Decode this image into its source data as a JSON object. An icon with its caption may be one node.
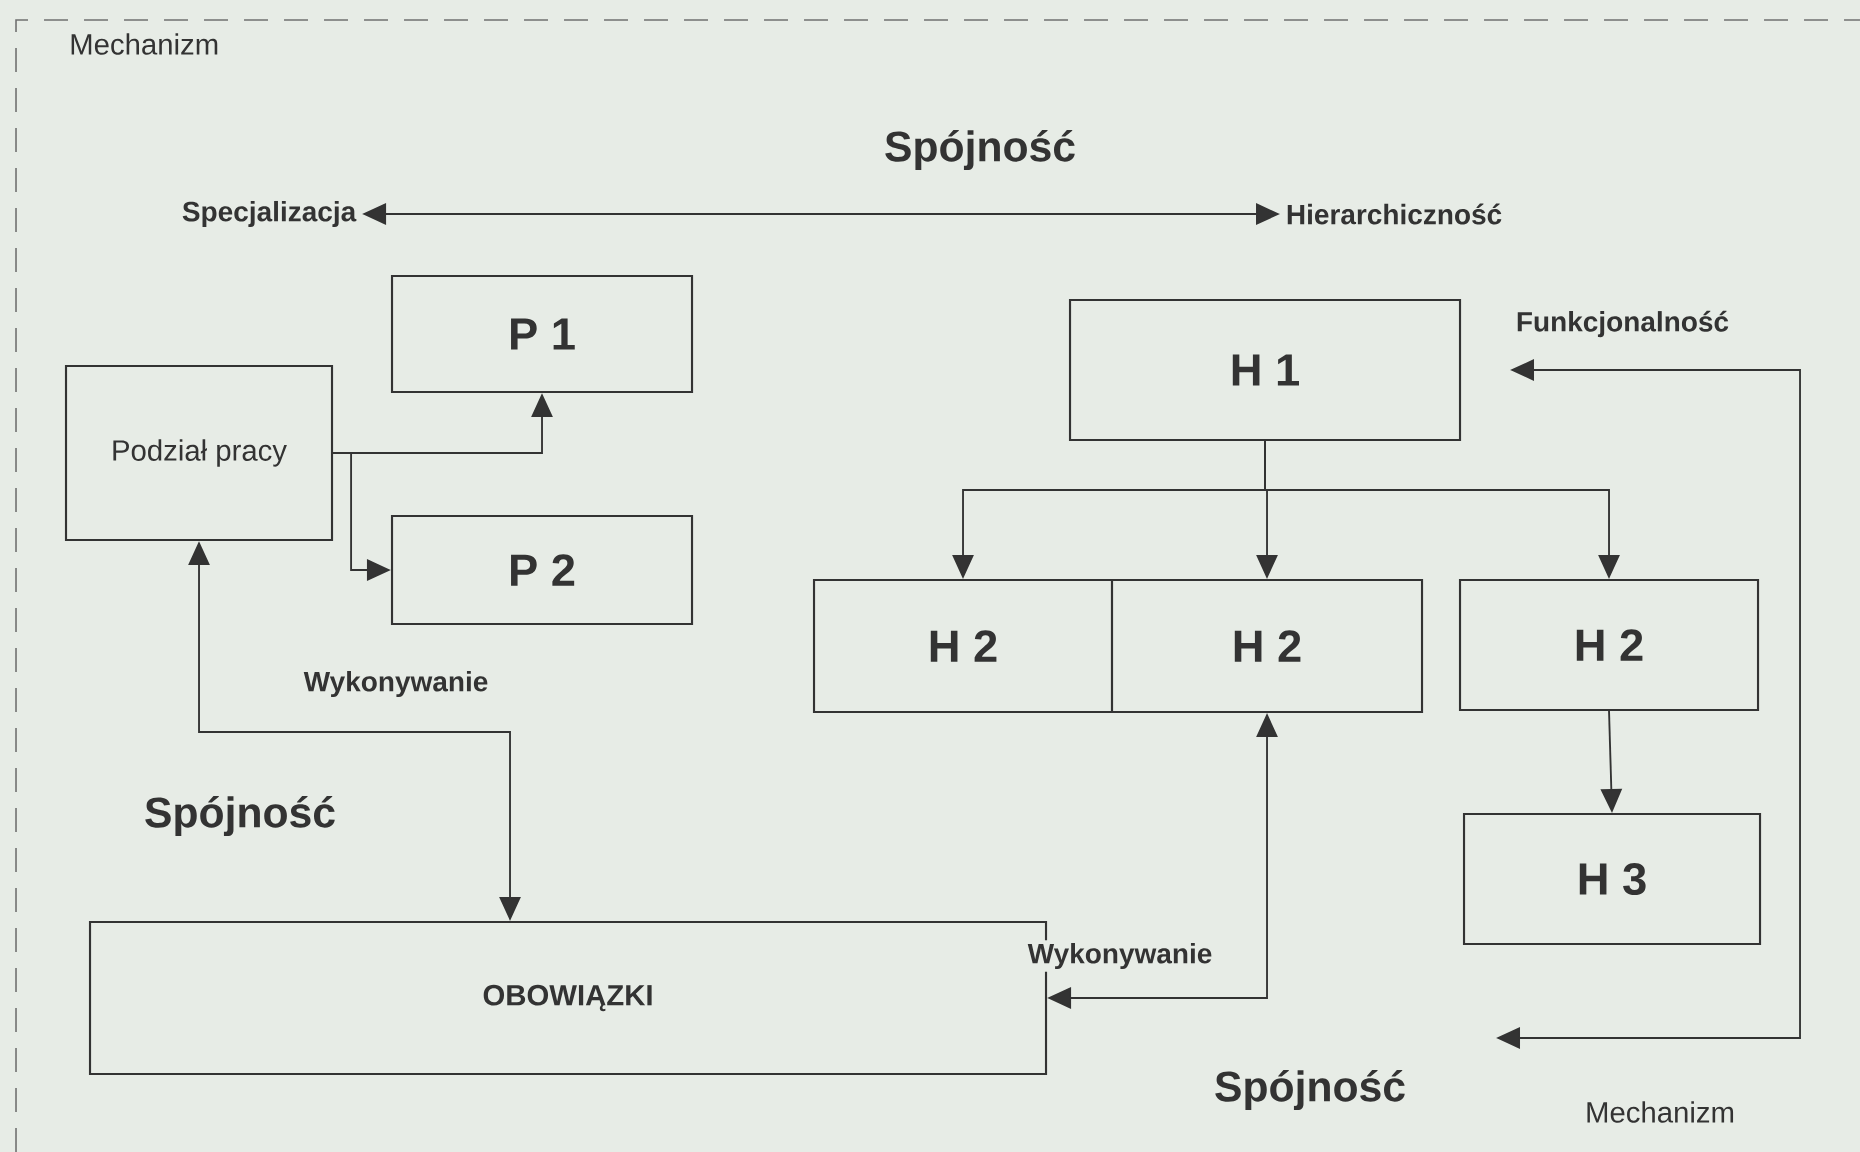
{
  "diagram": {
    "nodes": [
      {
        "text": [
          "Podział pracy"
        ]
      },
      {
        "text": [
          "P 1"
        ]
      },
      {
        "text": [
          "P 2"
        ]
      },
      {
        "text": [
          "H 1"
        ]
      },
      {
        "text": [
          "H 2"
        ]
      },
      {
        "text": [
          "H 2"
        ]
      },
      {
        "text": [
          "H 2"
        ]
      },
      {
        "text": [
          "H 3"
        ]
      },
      {
        "text": [
          "OBOWIĄZKI"
        ]
      },
      {
        "text": [
          "Specjalizacja"
        ]
      },
      {
        "text": [
          "Hierarchiczność"
        ]
      },
      {
        "text": [
          "Funkcjonalność"
        ]
      }
    ],
    "edges": [
      {
        "from": 9,
        "to": 10,
        "arrow": "both"
      },
      {
        "from": 0,
        "to": 1,
        "arrow": "to"
      },
      {
        "from": 0,
        "to": 2,
        "arrow": "to"
      },
      {
        "from": 0,
        "to": 8,
        "arrow": "both",
        "label": "Wykonywanie"
      },
      {
        "from": 3,
        "to": 4,
        "arrow": "to"
      },
      {
        "from": 3,
        "to": 5,
        "arrow": "to"
      },
      {
        "from": 3,
        "to": 6,
        "arrow": "to"
      },
      {
        "from": 6,
        "to": 7,
        "arrow": "to"
      },
      {
        "from": 8,
        "to": 5,
        "arrow": "both",
        "label": "Wykonywanie"
      },
      {
        "from": null,
        "to": 11,
        "arrow": "both"
      }
    ],
    "labels": [
      "Mechanizm",
      "Spójność",
      "Spójność",
      "Spójność",
      "Mechanizm"
    ]
  }
}
